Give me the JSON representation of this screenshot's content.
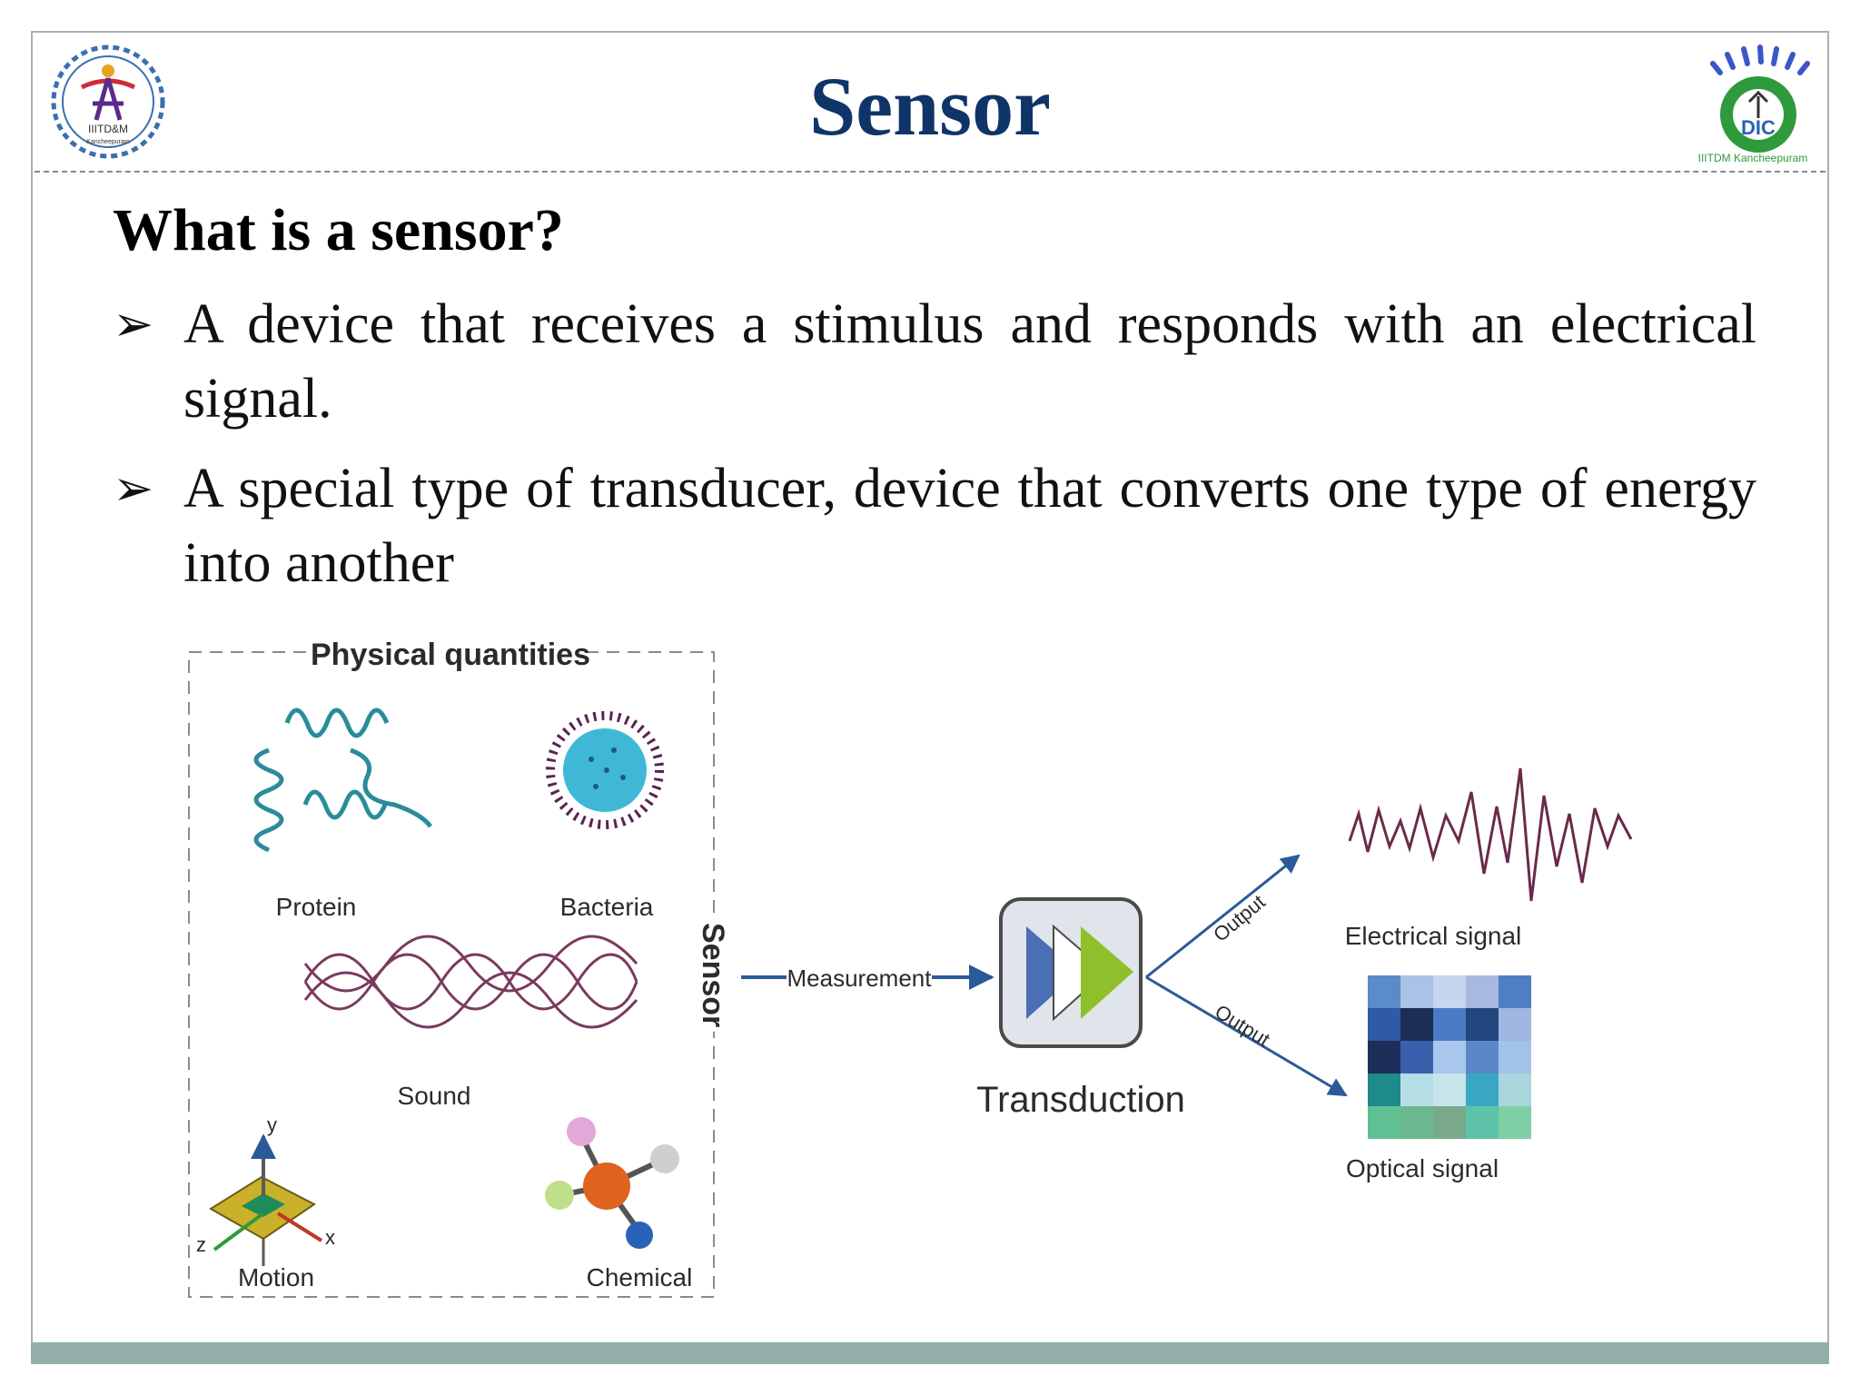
{
  "slide": {
    "title": "Sensor",
    "heading": "What is a sensor?",
    "bullets": [
      "A device that receives a stimulus and responds with an electrical signal.",
      "A special type of transducer, device that converts one type of energy into another"
    ],
    "logo_left_text": "IIITD&M",
    "logo_left_subtext": "Kancheepuram",
    "logo_right_text": "DIC",
    "logo_right_caption": "IIITDM Kancheepuram"
  },
  "diagram": {
    "box_title": "Physical quantities",
    "quantities": [
      "Protein",
      "Bacteria",
      "Sound",
      "Motion",
      "Chemical"
    ],
    "sensor_label": "Sensor",
    "measurement_label": "Measurement",
    "transduction_label": "Transduction",
    "output_top": "Output",
    "output_bottom": "Output",
    "electrical_signal": "Electrical signal",
    "optical_signal": "Optical signal",
    "axis_labels": [
      "y",
      "z",
      "x"
    ]
  },
  "colors": {
    "title": "#0f3468",
    "protein": "#2a8c9a",
    "bacteria": "#3fb8d8",
    "wave": "#7a3a5e",
    "arrow": "#2a5a98",
    "footer": "#93aeab"
  }
}
